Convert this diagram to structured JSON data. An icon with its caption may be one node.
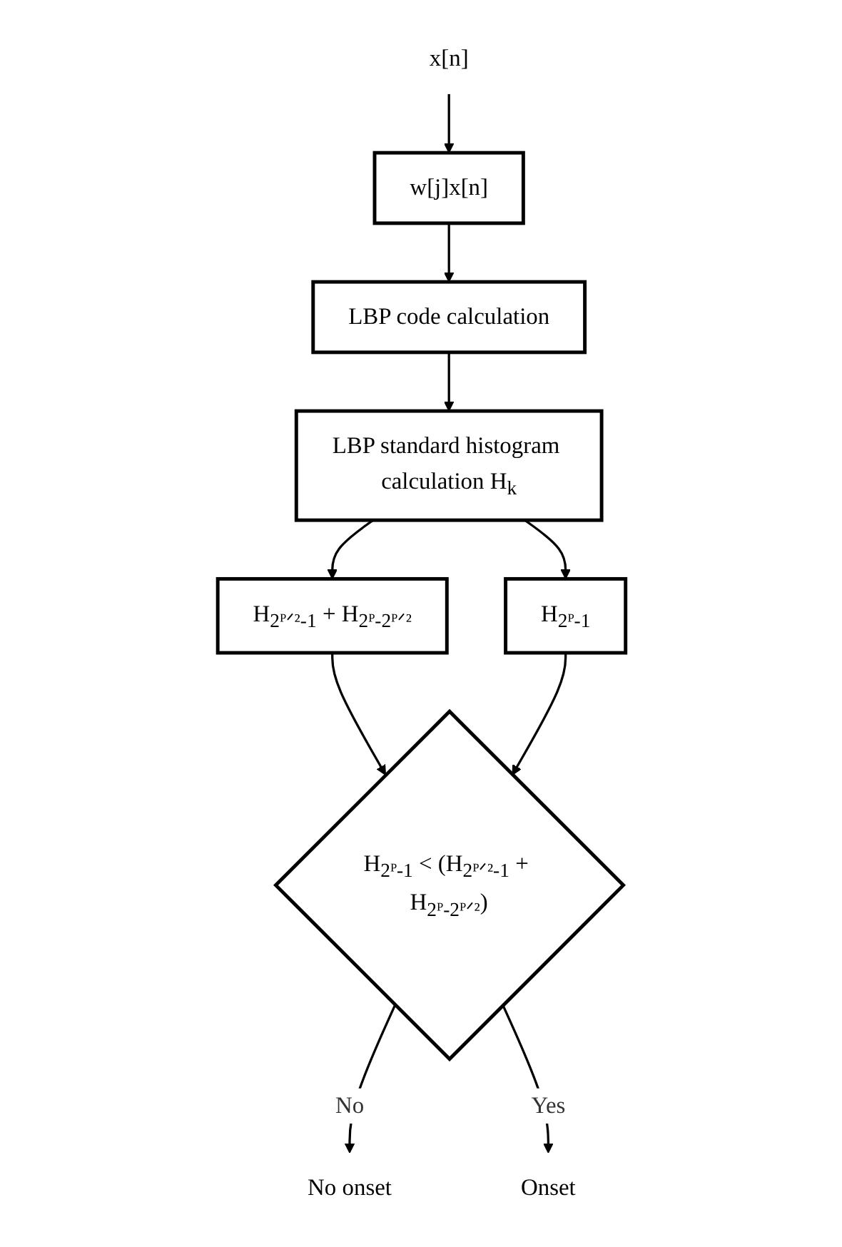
{
  "diagram": {
    "nodes": [
      {
        "text": [
          "x[n]"
        ]
      },
      {
        "text": [
          "w[j]x[n]"
        ]
      },
      {
        "text": [
          "LBP code calculation"
        ]
      },
      {
        "text": [
          "LBP standard histogram calculation H$_{k}$"
        ]
      },
      {
        "text": [
          "H$_{2ᴾᐟ²-1}$ + H$_{2ᴾ-2ᴾᐟ²}$"
        ]
      },
      {
        "text": [
          "H$_{2ᴾ-1}$"
        ]
      },
      {
        "text": [
          "H$_{2ᴾ-1}$ < (H$_{2ᴾᐟ²-1}$ + H$_{2ᴾ-2ᴾᐟ²}$)"
        ]
      },
      {
        "text": [
          "No onset"
        ]
      },
      {
        "text": [
          "Onset"
        ]
      }
    ],
    "edges": [
      {
        "from": 0,
        "to": 1,
        "arrow": "to"
      },
      {
        "from": 1,
        "to": 2,
        "arrow": "to"
      },
      {
        "from": 2,
        "to": 3,
        "arrow": "to"
      },
      {
        "from": 3,
        "to": 4,
        "arrow": "to"
      },
      {
        "from": 3,
        "to": 5,
        "arrow": "to"
      },
      {
        "from": 4,
        "to": 6,
        "arrow": "to"
      },
      {
        "from": 5,
        "to": 6,
        "arrow": "to"
      },
      {
        "from": 6,
        "to": 7,
        "label": "No",
        "arrow": "to"
      },
      {
        "from": 6,
        "to": 8,
        "label": "Yes",
        "arrow": "to"
      }
    ]
  }
}
